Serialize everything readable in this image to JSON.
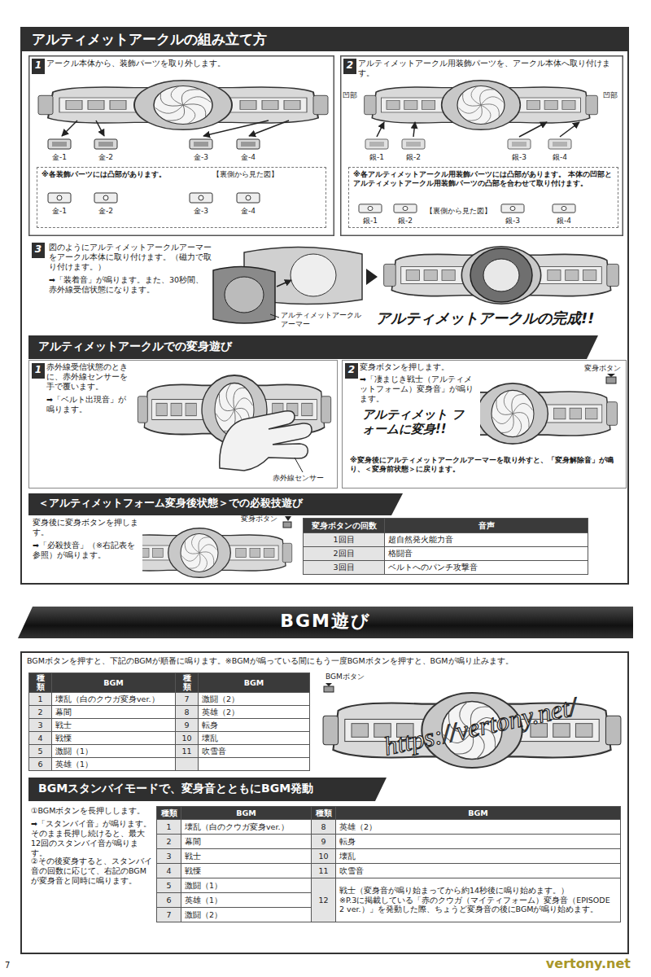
{
  "diagram": {
    "nodes": [
      {
        "text": [
          "アルティメットアークルの組み立て方"
        ]
      },
      {
        "text": [
          "アークル本体から、装飾パーツを取り外します。"
        ],
        "in": 0
      },
      {
        "text": [
          "1"
        ],
        "in": 1
      },
      {
        "text": [
          "※各装飾パーツには凸部があります。",
          "【裏側から見た図】"
        ],
        "in": 1
      },
      {
        "text": [
          "アルティメットアークル用装飾パーツを、アークル本体へ取り付けます。"
        ],
        "in": 0
      },
      {
        "text": [
          "2"
        ],
        "in": 4
      },
      {
        "text": [
          "※各アルティメットアークル用装飾パーツには凸部があります。 本体の凹部とアルティメットアークル用装飾パーツの凸部を合わせて取り付けます。",
          "【裏側から見た図】"
        ],
        "in": 4
      },
      {
        "text": [
          "3"
        ],
        "in": 0
      },
      {
        "text": [
          "アルティメットアークルでの変身遊び"
        ],
        "in": 0
      },
      {
        "text": [
          "赤外線受信状態のときに、赤外線センサーを手で覆います。",
          "➡「ベルト出現音」が鳴ります。"
        ],
        "in": 0
      },
      {
        "text": [
          "1"
        ],
        "in": 9
      },
      {
        "text": [
          "変身ボタンを押します。",
          "➡「凄まじき戦士（アルティメットフォーム）変身音」が鳴ります。",
          "※変身後にアルティメットアークルアーマーを取り外すと、「変身解除音」が鳴り、＜変身前状態＞に戻ります。"
        ],
        "in": 0
      },
      {
        "text": [
          "2"
        ],
        "in": 11
      },
      {
        "text": [
          "＜アルティメットフォーム変身後状態＞での必殺技遊び"
        ],
        "in": 0
      },
      {
        "text": [
          "BGM遊び"
        ]
      },
      {
        "text": [
          "BGMボタンを押すと、下記のBGMが順番に鳴ります。※BGMが鳴っている間にもう一度BGMボタンを押すと、BGMが鳴り止みます。"
        ]
      },
      {
        "text": [
          "BGMスタンバイモードで、変身音とともにBGM発動"
        ],
        "in": 15
      }
    ],
    "labels": [
      "金-1",
      "金-2",
      "金-3",
      "金-4",
      "金-1",
      "金-2",
      "金-3",
      "金-4",
      "凹部",
      "凹部",
      "銀-1",
      "銀-2",
      "銀-3",
      "銀-4",
      "銀-1",
      "銀-2",
      "銀-3",
      "銀-4",
      "図のようにアルティメットアークルアーマーをアークル本体に取り付けます。（磁力で取り付けます。）",
      "➡「装着音」が鳴ります。また、30秒間、赤外線受信状態になります。",
      "アルティメットアークル アーマー",
      "アルティメットアークルの完成!!",
      "赤外線センサー",
      "変身ボタン",
      "アルティメット フォームに変身!!",
      "変身後に変身ボタンを押します。",
      "➡「必殺技音」（※右記表を参照）が鳴ります。",
      "変身ボタン",
      "変身ボタンの回数",
      "音声",
      "1回目",
      "超自然発火能力音",
      "2回目",
      "格闘音",
      "3回目",
      "ベルトへのパンチ攻撃音",
      "種類",
      "BGM",
      "種類",
      "BGM",
      "1",
      "壊乱（白のクウガ変身ver.）",
      "7",
      "激闘（2）",
      "2",
      "幕間",
      "8",
      "英雄（2）",
      "3",
      "戦士",
      "9",
      "転身",
      "4",
      "戦慄",
      "10",
      "壊乱",
      "5",
      "激闘（1）",
      "11",
      "吹雪音",
      "6",
      "英雄（1）",
      "BGMボタン",
      "①BGMボタンを長押しします。",
      "➡「スタンバイ音」が鳴ります。そのまま長押し続けると、最大12回のスタンバイ音が鳴ります。",
      "②その後変身すると、スタンバイ音の回数に応じて、右記のBGMが変身音と同時に鳴ります。",
      "種類",
      "BGM",
      "種類",
      "BGM",
      "1",
      "壊乱（白のクウガ変身ver.）",
      "8",
      "英雄（2）",
      "2",
      "幕間",
      "9",
      "転身",
      "3",
      "戦士",
      "10",
      "壊乱",
      "4",
      "戦慄",
      "11",
      "吹雪音",
      "5",
      "激闘（1）",
      "12",
      "戦士（変身音が鳴り始まってから約14秒後に鳴り始めます。）",
      "※P.3に掲載している「赤のクウガ（マイティフォーム）変身音（EPISODE 2 ver.）」を発動した際、ちょうど変身音の後にBGMが鳴り始めます。",
      "6",
      "英雄（1）",
      "7",
      "激闘（2）",
      "https://vertony.net/",
      "vertony.net",
      "7"
    ]
  }
}
